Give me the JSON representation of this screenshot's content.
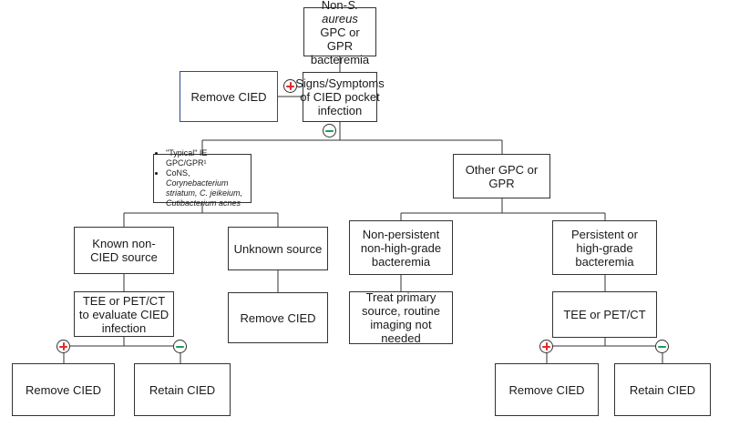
{
  "nodes": {
    "root": {
      "pre": "Non-",
      "italic": "S. aureus",
      "post": "GPC or GPR bacteremia"
    },
    "signs": "Signs/Symptoms of CIED pocket infection",
    "remove_top": "Remove CIED",
    "typical": {
      "item1": "\"Typical\" IE GPC/GPR¹",
      "item2_prefix": "CoNS, ",
      "item2_italic": "Corynebacterium striatum, C. jeikeium, Cutibacterium acnes"
    },
    "other": "Other GPC or GPR",
    "known": "Known non-CIED source",
    "unknown": "Unknown source",
    "nonpersistent": "Non-persistent non-high-grade bacteremia",
    "persistent": "Persistent or high-grade bacteremia",
    "tee_left": "TEE or PET/CT to evaluate CIED infection",
    "remove_mid": "Remove CIED",
    "treat": "Treat primary source, routine imaging not needed",
    "tee_right": "TEE or PET/CT",
    "remove_bl": "Remove CIED",
    "retain_bl": "Retain CIED",
    "remove_br": "Remove CIED",
    "retain_br": "Retain CIED"
  },
  "colors": {
    "plus": "#e12a2a",
    "minus": "#1a9e5a",
    "line": "#333333",
    "accent_border": "#2b4a8f"
  },
  "badges": [
    "plus-icon",
    "minus-icon"
  ]
}
